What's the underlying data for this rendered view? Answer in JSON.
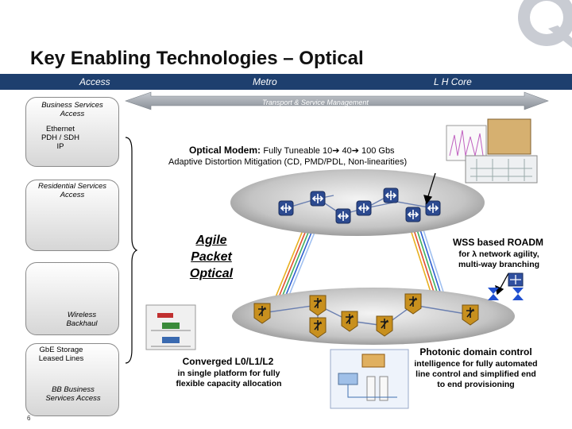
{
  "title": "Key Enabling Technologies – Optical",
  "band": {
    "access": "Access",
    "metro": "Metro",
    "core": "L H Core"
  },
  "transport_label": "Transport & Service Management",
  "left_panels": {
    "business": {
      "title": "Business Services Access",
      "items": "Ethernet PDH / SDH IP"
    },
    "residential": {
      "title": "Residential Services Access"
    },
    "wireless": {
      "title": "Wireless Backhaul"
    },
    "gbe": {
      "items": "GbE Storage Leased Lines",
      "title": "BB Business Services Access"
    }
  },
  "optical_modem": {
    "heading": "Optical Modem:",
    "speeds": "Fully Tuneable 10➔ 40➔ 100 Gbs",
    "mitigation": "Adaptive Distortion Mitigation (CD, PMD/PDL, Non-linearities)"
  },
  "agile": {
    "line1": "Agile",
    "line2": "Packet",
    "line3": "Optical"
  },
  "wss": {
    "title": "WSS based ROADM",
    "desc": "for λ network agility, multi-way branching"
  },
  "converged": {
    "title": "Converged L0/L1/L2",
    "desc": "in single platform for fully flexible capacity allocation"
  },
  "photonic": {
    "title": "Photonic domain control",
    "desc": "intelligence for fully automated line control and simplified end to end provisioning"
  },
  "page_number": "6",
  "colors": {
    "band": "#1e3f6e",
    "arrow": "#9aa0a8",
    "router": "#2c4a90",
    "switch_orange": "#c8901e"
  }
}
